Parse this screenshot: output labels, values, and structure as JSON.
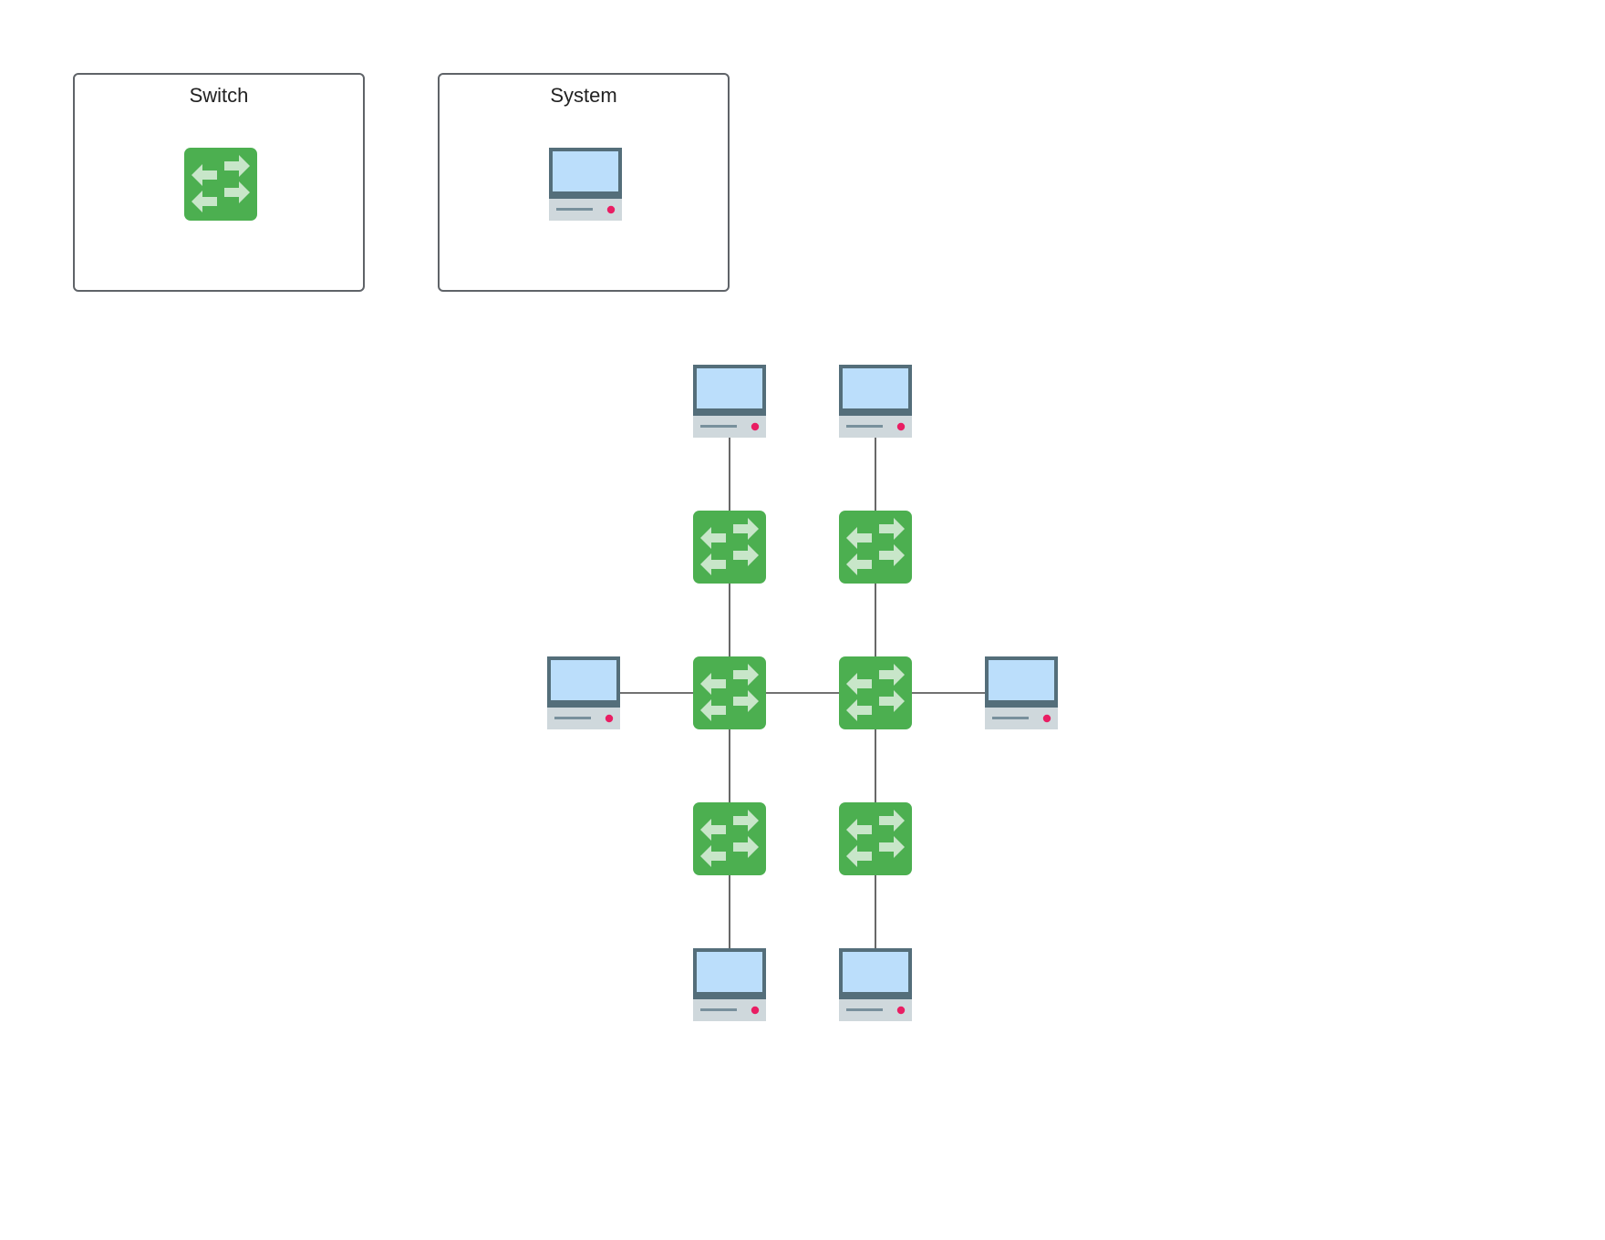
{
  "legend": {
    "switch_title": "Switch",
    "system_title": "System"
  },
  "icons": {
    "switch": "network-switch-icon",
    "system": "computer-system-icon"
  },
  "colors": {
    "switch_fill": "#4caf50",
    "switch_arrow": "#c8e6c9",
    "monitor_frame": "#546e7a",
    "monitor_screen": "#bbdefb",
    "base": "#cfd8dc",
    "base_slot": "#78909c",
    "power_led": "#e91e63",
    "connector": "#424242",
    "legend_border": "#5f6368"
  },
  "topology": {
    "switches": [
      "sw-top-left",
      "sw-top-right",
      "sw-center-left",
      "sw-center-right",
      "sw-bottom-left",
      "sw-bottom-right"
    ],
    "systems": [
      "sys-top-left",
      "sys-top-right",
      "sys-left",
      "sys-right",
      "sys-bottom-left",
      "sys-bottom-right"
    ],
    "links": [
      [
        "sys-top-left",
        "sw-top-left"
      ],
      [
        "sys-top-right",
        "sw-top-right"
      ],
      [
        "sw-top-left",
        "sw-center-left"
      ],
      [
        "sw-top-right",
        "sw-center-right"
      ],
      [
        "sys-left",
        "sw-center-left"
      ],
      [
        "sw-center-left",
        "sw-center-right"
      ],
      [
        "sw-center-right",
        "sys-right"
      ],
      [
        "sw-center-left",
        "sw-bottom-left"
      ],
      [
        "sw-center-right",
        "sw-bottom-right"
      ],
      [
        "sw-bottom-left",
        "sys-bottom-left"
      ],
      [
        "sw-bottom-right",
        "sys-bottom-right"
      ]
    ]
  }
}
